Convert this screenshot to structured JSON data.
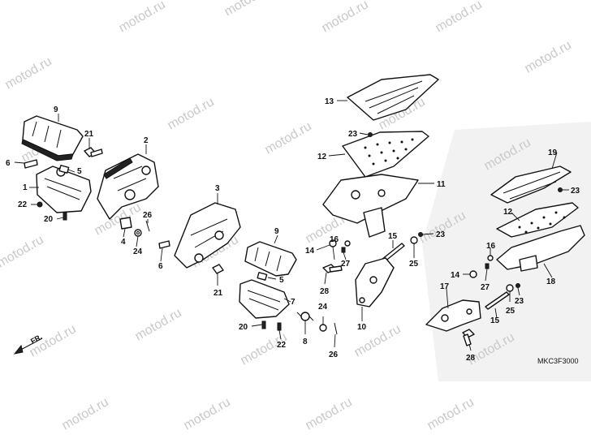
{
  "diagram_code": "MKC3F3000",
  "direction_label": "FR.",
  "watermark_text": "motod.ru",
  "colors": {
    "line": "#111111",
    "background": "#ffffff",
    "watermark": "#c9c9c9",
    "halftone": "#e4e4e4"
  },
  "callouts": {
    "c1": "1",
    "c2": "2",
    "c3": "3",
    "c4": "4",
    "c5a": "5",
    "c5b": "5",
    "c6a": "6",
    "c6b": "6",
    "c7": "7",
    "c8": "8",
    "c9a": "9",
    "c9b": "9",
    "c10": "10",
    "c11": "11",
    "c12a": "12",
    "c12b": "12",
    "c13": "13",
    "c14a": "14",
    "c14b": "14",
    "c15a": "15",
    "c15b": "15",
    "c16a": "16",
    "c16b": "16",
    "c17": "17",
    "c18": "18",
    "c19": "19",
    "c20a": "20",
    "c20b": "20",
    "c21a": "21",
    "c21b": "21",
    "c22a": "22",
    "c22b": "22",
    "c23a": "23",
    "c23b": "23",
    "c23c": "23",
    "c23d": "23",
    "c24a": "24",
    "c24b": "24",
    "c25a": "25",
    "c25b": "25",
    "c26a": "26",
    "c26b": "26",
    "c27a": "27",
    "c27b": "27",
    "c28a": "28",
    "c28b": "28"
  }
}
